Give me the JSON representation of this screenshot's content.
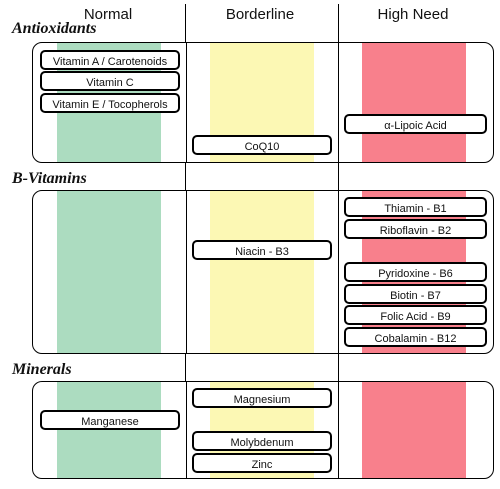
{
  "colors": {
    "normal": "#acdcc0",
    "borderline": "#fcf8b4",
    "high_need": "#f8808c"
  },
  "columns": {
    "normal": "Normal",
    "borderline": "Borderline",
    "high_need": "High Need"
  },
  "sections": {
    "antioxidants": {
      "title": "Antioxidants",
      "items": [
        {
          "label": "Vitamin A / Carotenoids",
          "level": "normal"
        },
        {
          "label": "Vitamin C",
          "level": "normal"
        },
        {
          "label": "Vitamin E / Tocopherols",
          "level": "normal"
        },
        {
          "label": "α-Lipoic Acid",
          "level": "high_need"
        },
        {
          "label": "CoQ10",
          "level": "borderline"
        }
      ]
    },
    "b_vitamins": {
      "title": "B-Vitamins",
      "items": [
        {
          "label": "Thiamin - B1",
          "level": "high_need"
        },
        {
          "label": "Riboflavin - B2",
          "level": "high_need"
        },
        {
          "label": "Niacin - B3",
          "level": "borderline"
        },
        {
          "label": "Pyridoxine - B6",
          "level": "high_need"
        },
        {
          "label": "Biotin - B7",
          "level": "high_need"
        },
        {
          "label": "Folic Acid - B9",
          "level": "high_need"
        },
        {
          "label": "Cobalamin - B12",
          "level": "high_need"
        }
      ]
    },
    "minerals": {
      "title": "Minerals",
      "items": [
        {
          "label": "Magnesium",
          "level": "borderline"
        },
        {
          "label": "Manganese",
          "level": "normal"
        },
        {
          "label": "Molybdenum",
          "level": "borderline"
        },
        {
          "label": "Zinc",
          "level": "borderline"
        }
      ]
    }
  }
}
